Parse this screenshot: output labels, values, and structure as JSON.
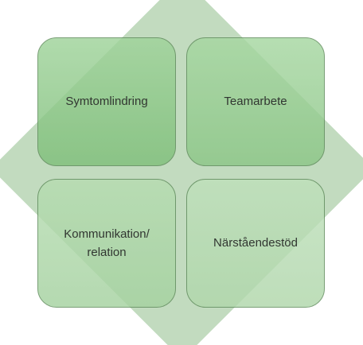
{
  "diagram": {
    "quadrants": {
      "top_left": {
        "label": "Symtomlindring"
      },
      "top_right": {
        "label": "Teamarbete"
      },
      "bottom_left": {
        "label": "Kommunikation/\nrelation"
      },
      "bottom_right": {
        "label": "Närståendestöd"
      }
    },
    "colors": {
      "diamond": "#c2dbbf",
      "box_border": "#5e8a5a",
      "top_left_fill": "#8fc98a",
      "top_right_fill": "#99cf94",
      "bottom_left_fill": "#add7a8",
      "bottom_right_fill": "#b7dcb3"
    }
  }
}
